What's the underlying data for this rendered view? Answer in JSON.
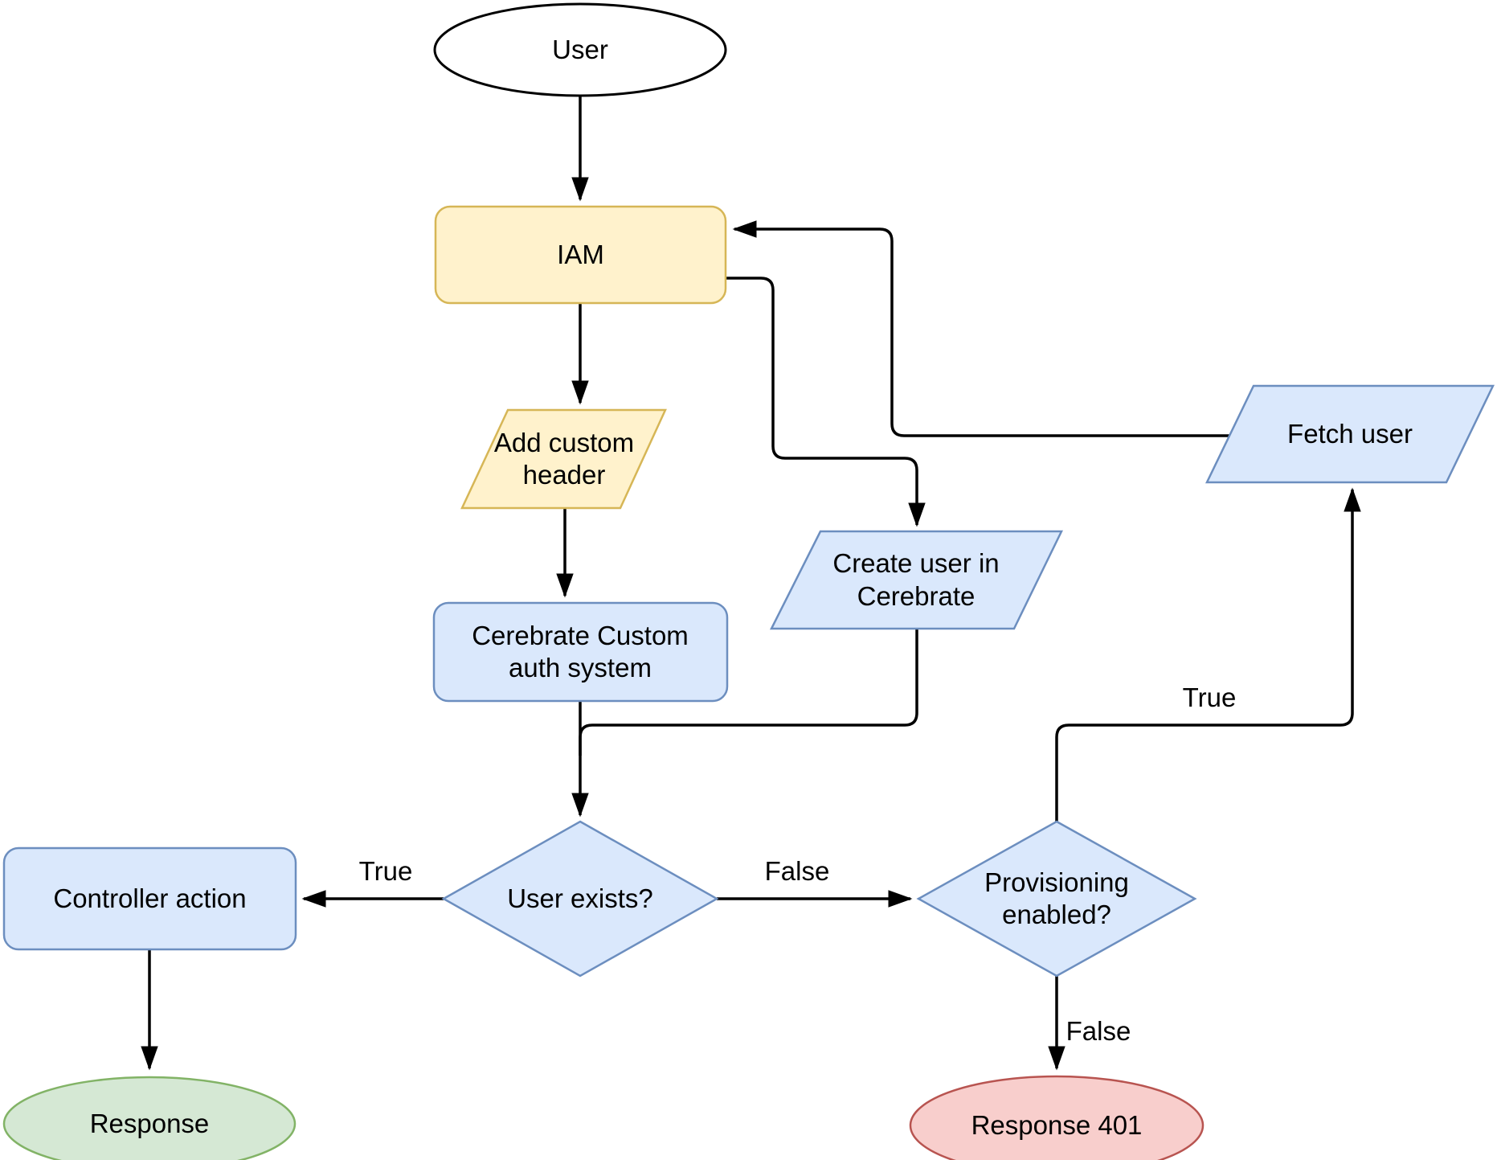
{
  "colors": {
    "background": "#ffffff",
    "line": "#000000",
    "white_fill": "#ffffff",
    "black_stroke": "#000000",
    "yellow_fill": "#FFF2CC",
    "yellow_stroke": "#D6B656",
    "blue_fill": "#DAE8FC",
    "blue_stroke": "#6C8EBF",
    "green_fill": "#D5E8D4",
    "green_stroke": "#82B366",
    "red_fill": "#F8CECC",
    "red_stroke": "#B85450"
  },
  "nodes": {
    "user": {
      "label": "User",
      "shape": "ellipse"
    },
    "iam": {
      "label": "IAM",
      "shape": "rounded-rect"
    },
    "add_header": {
      "label": "Add custom header",
      "shape": "parallelogram"
    },
    "cerebrate_auth": {
      "label": "Cerebrate Custom auth system",
      "shape": "rounded-rect"
    },
    "create_user": {
      "label": "Create user in Cerebrate",
      "shape": "parallelogram"
    },
    "fetch_user": {
      "label": "Fetch user",
      "shape": "parallelogram"
    },
    "user_exists": {
      "label": "User exists?",
      "shape": "diamond"
    },
    "provisioning": {
      "label": "Provisioning enabled?",
      "shape": "diamond"
    },
    "controller_action": {
      "label": "Controller action",
      "shape": "rounded-rect"
    },
    "response": {
      "label": "Response",
      "shape": "ellipse"
    },
    "response_401": {
      "label": "Response 401",
      "shape": "ellipse"
    }
  },
  "edge_labels": {
    "user_exists_true": "True",
    "user_exists_false": "False",
    "provisioning_true": "True",
    "provisioning_false": "False"
  }
}
